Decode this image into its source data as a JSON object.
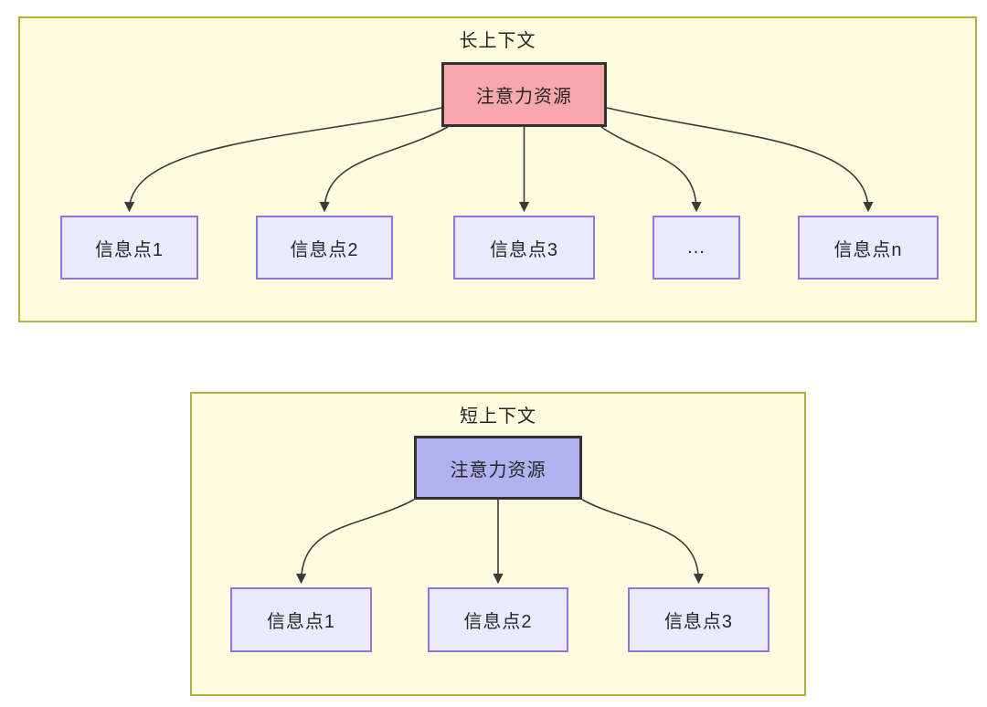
{
  "diagram": {
    "long_context": {
      "title": "长上下文",
      "attention_label": "注意力资源",
      "nodes": [
        "信息点1",
        "信息点2",
        "信息点3",
        "...",
        "信息点n"
      ]
    },
    "short_context": {
      "title": "短上下文",
      "attention_label": "注意力资源",
      "nodes": [
        "信息点1",
        "信息点2",
        "信息点3"
      ]
    },
    "colors": {
      "container_fill": "#fcfcdf",
      "container_border": "#b2b23a",
      "attention_long_fill": "#f8a8ab",
      "attention_short_fill": "#b1b1ef",
      "attention_border": "#333333",
      "node_fill": "#eaeafd",
      "node_border": "#9673db",
      "arrow": "#3b3b3b",
      "text": "#262626"
    }
  }
}
